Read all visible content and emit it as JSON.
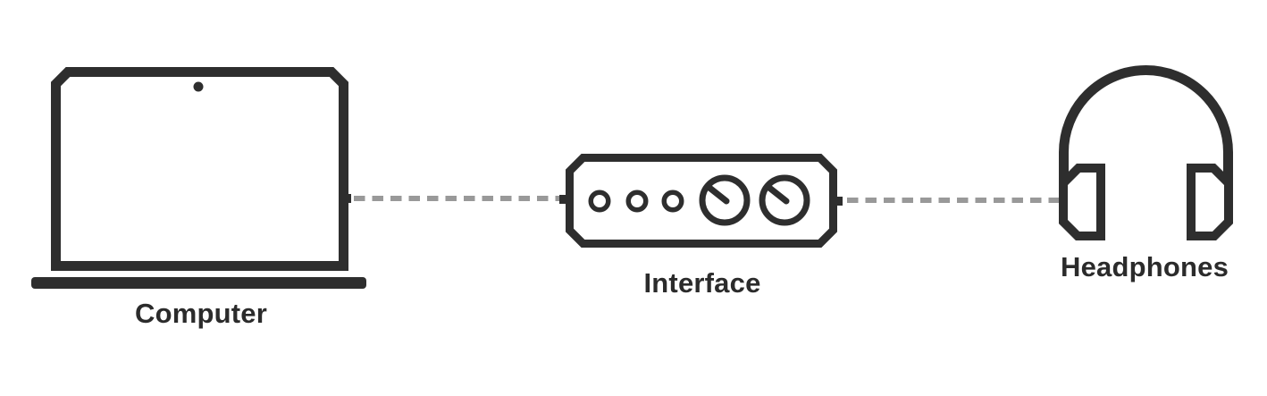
{
  "diagram": {
    "type": "signal-chain",
    "nodes": [
      {
        "id": "computer",
        "label": "Computer",
        "icon": "laptop-icon"
      },
      {
        "id": "interface",
        "label": "Interface",
        "icon": "audio-interface-icon"
      },
      {
        "id": "headphones",
        "label": "Headphones",
        "icon": "headphones-icon"
      }
    ],
    "connections": [
      {
        "from": "computer",
        "to": "interface",
        "style": "dashed"
      },
      {
        "from": "interface",
        "to": "headphones",
        "style": "dashed"
      }
    ]
  },
  "colors": {
    "ink": "#2e2e2e",
    "connector": "#999999",
    "label": "#2b2b2b",
    "background": "#ffffff"
  }
}
